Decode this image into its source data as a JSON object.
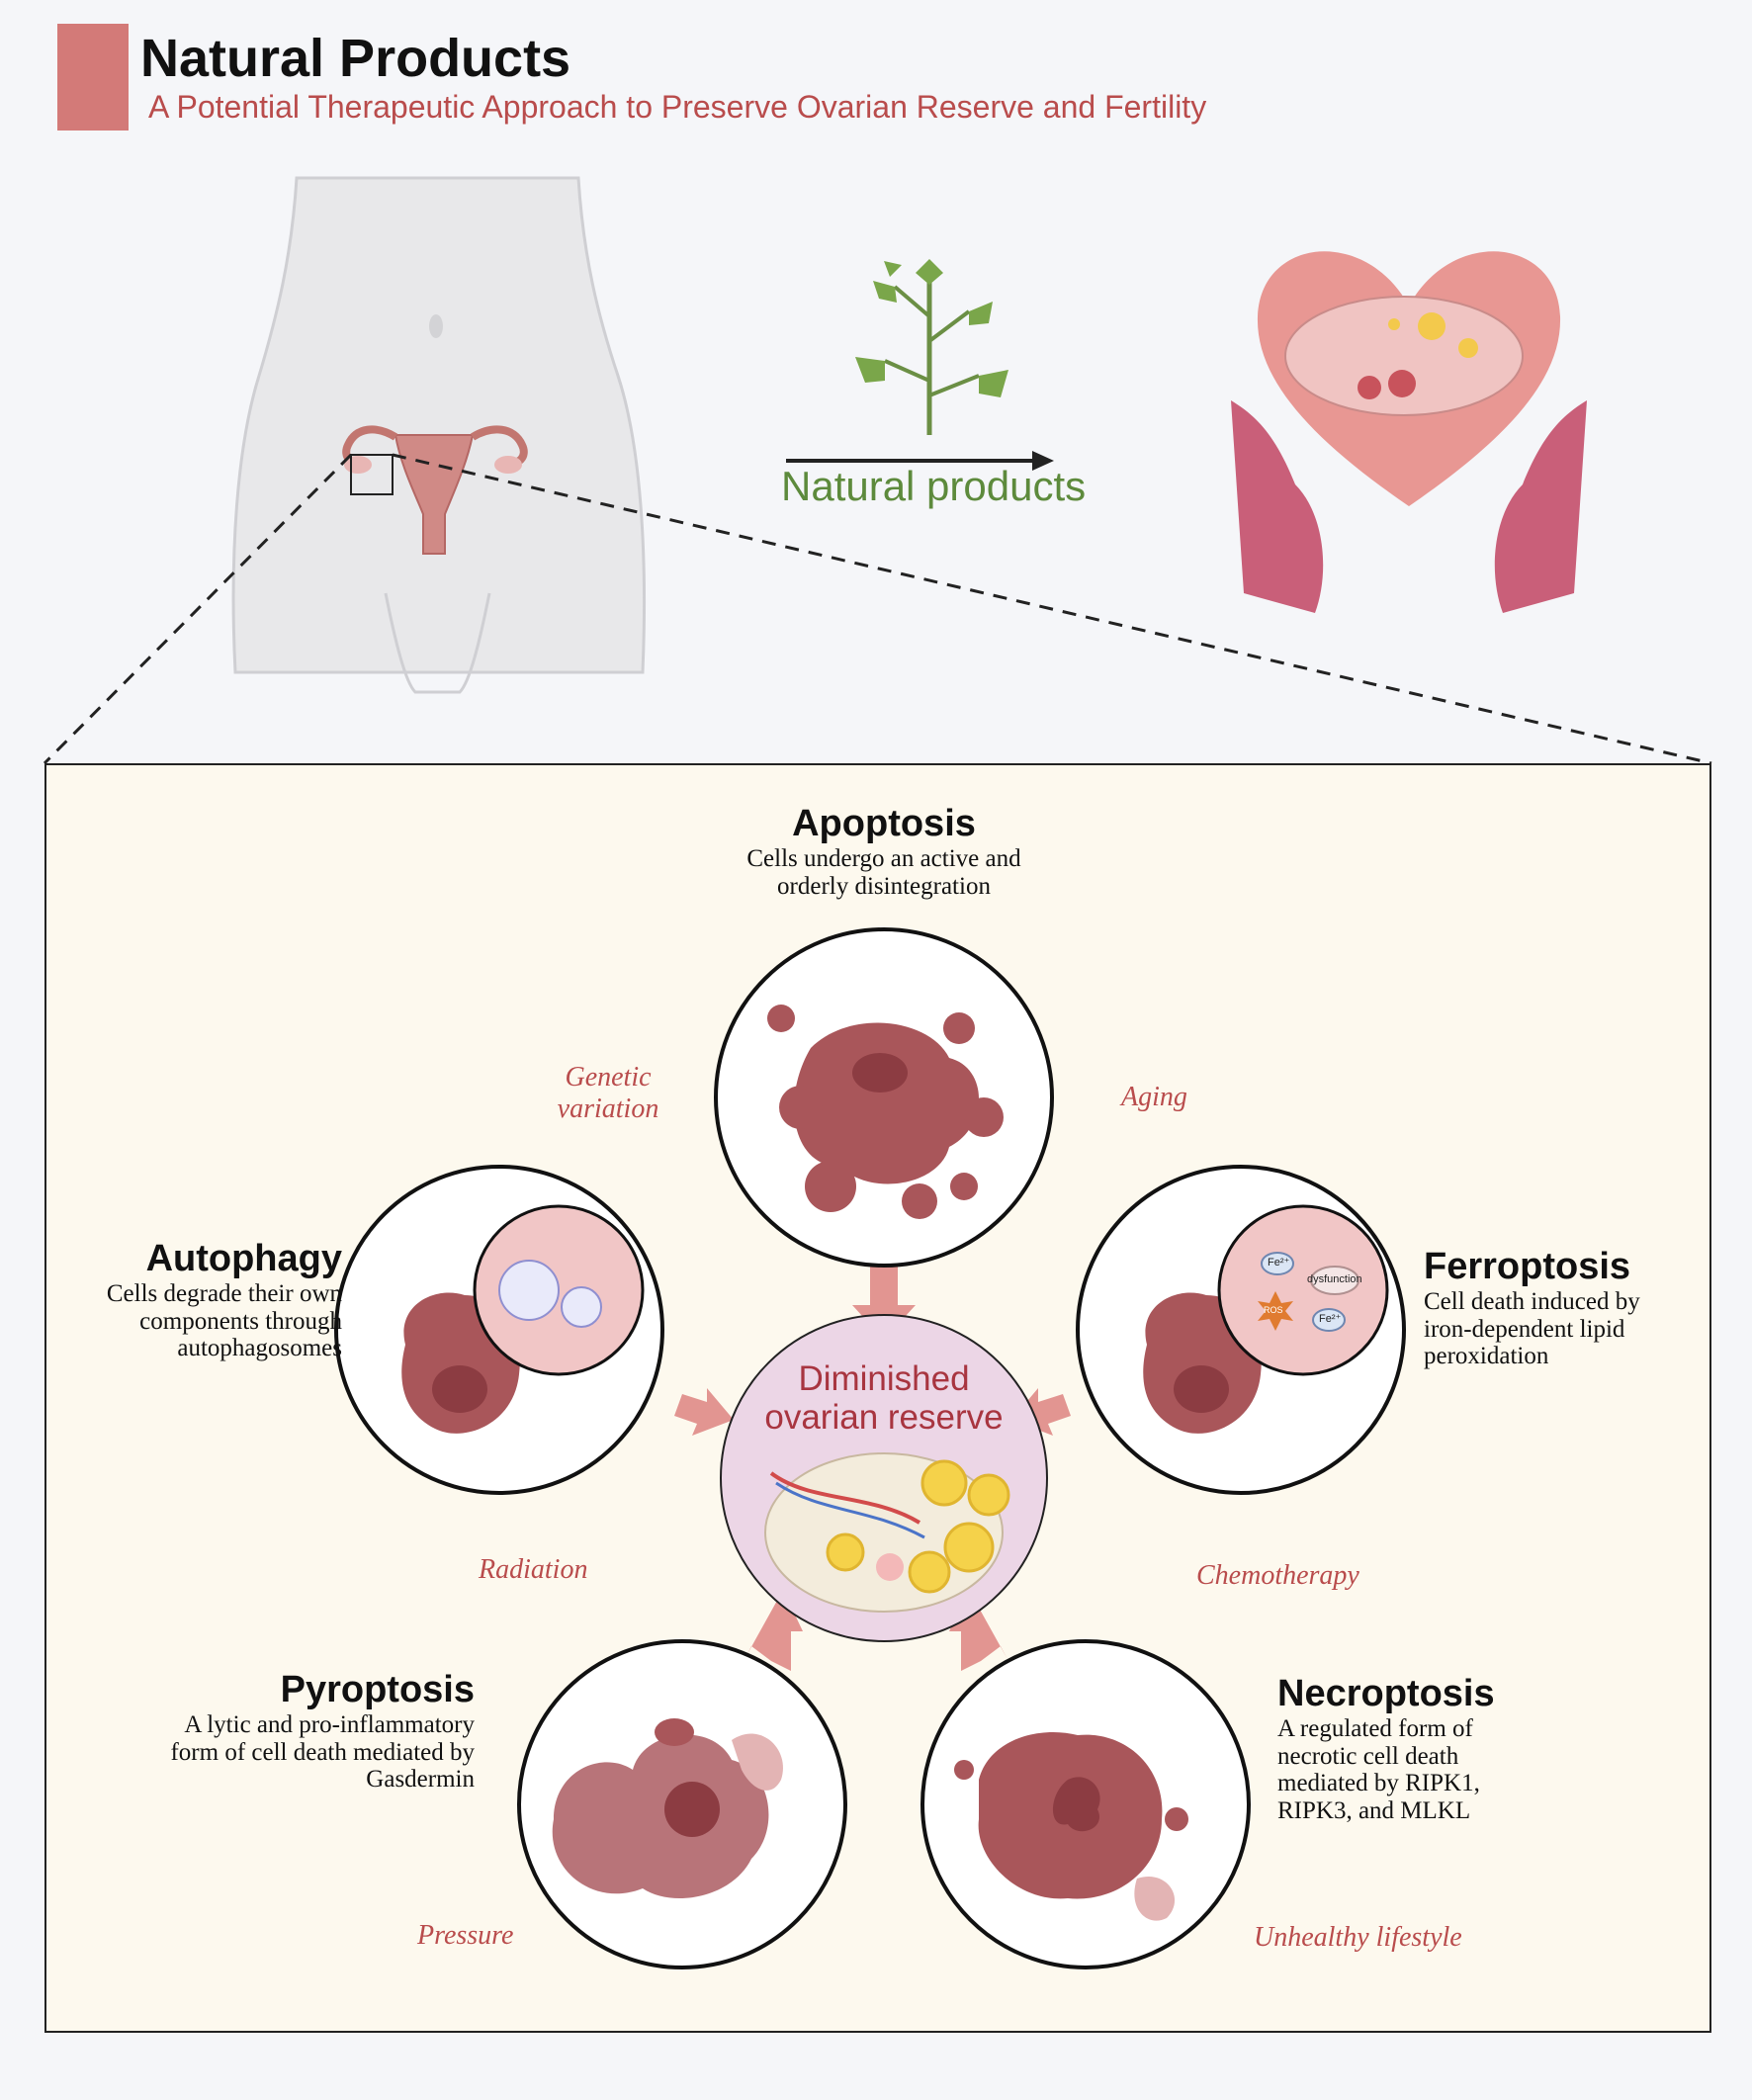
{
  "header": {
    "title": "Natural Products",
    "subtitle": "A Potential Therapeutic Approach to Preserve Ovarian Reserve and Fertility",
    "accent_color": "#d37a78"
  },
  "top": {
    "arrow_label": "Natural products",
    "label_color": "#5d8a3c",
    "icons": [
      "female-body-icon",
      "plant-icon",
      "heart-hands-icon"
    ]
  },
  "panel": {
    "center": {
      "label_line1": "Diminished",
      "label_line2": "ovarian reserve"
    },
    "cell_deaths": [
      {
        "title": "Apoptosis",
        "desc": [
          "Cells undergo an active and",
          "orderly disintegration"
        ]
      },
      {
        "title": "Autophagy",
        "desc": [
          "Cells degrade their own",
          "components through",
          "autophagosomes"
        ]
      },
      {
        "title": "Ferroptosis",
        "desc": [
          "Cell death induced by",
          "iron-dependent lipid",
          "peroxidation"
        ]
      },
      {
        "title": "Pyroptosis",
        "desc": [
          "A lytic and pro-inflammatory",
          "form of cell death mediated by",
          "Gasdermin"
        ]
      },
      {
        "title": "Necroptosis",
        "desc": [
          "A regulated form of",
          "necrotic cell death",
          "mediated by RIPK1,",
          "RIPK3, and MLKL"
        ]
      }
    ],
    "factors": {
      "genetic": [
        "Genetic",
        "variation"
      ],
      "aging": "Aging",
      "radiation": "Radiation",
      "chemotherapy": "Chemotherapy",
      "pressure": "Pressure",
      "lifestyle": "Unhealthy lifestyle"
    },
    "ferroptosis_inset": {
      "fe_label": "Fe²⁺",
      "ros_label": "ROS",
      "dysfunction_label": "dysfunction"
    }
  }
}
